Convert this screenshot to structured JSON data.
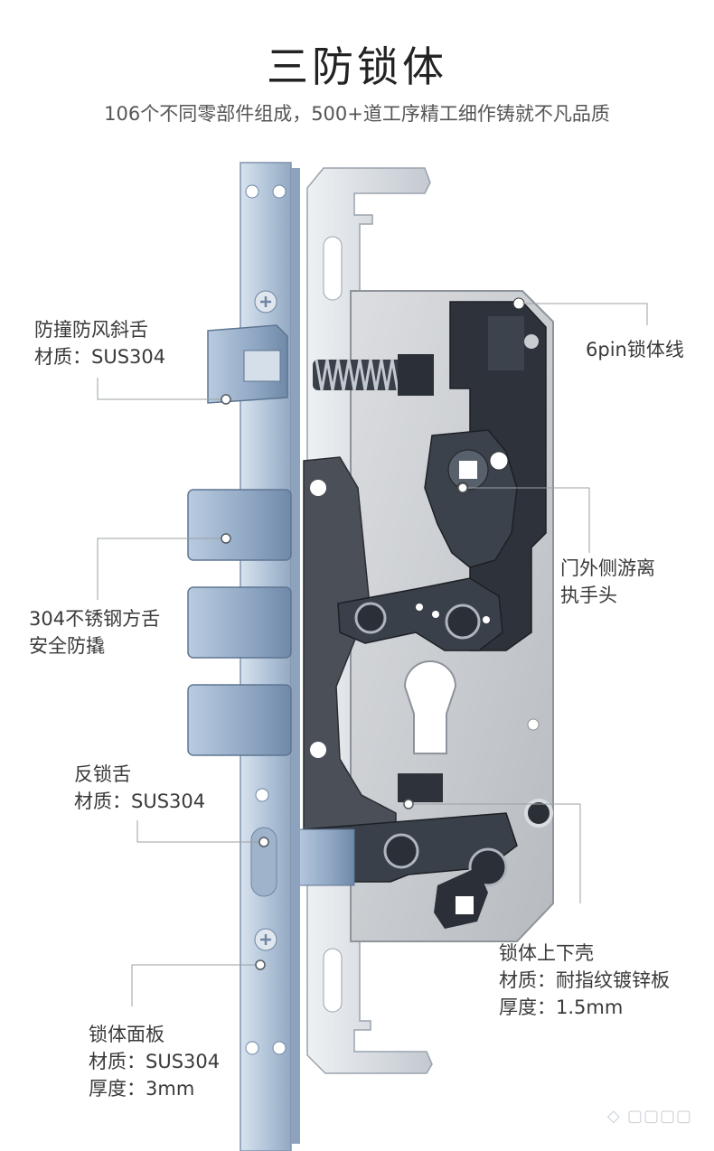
{
  "header": {
    "title": "三防锁体",
    "subtitle": "106个不同零部件组成，500+道工序精工细作铸就不凡品质"
  },
  "callouts": {
    "anti_collision_latch": {
      "name": "防撞防风斜舌",
      "material": "材质：SUS304"
    },
    "pin_wire": {
      "name": "6pin锁体线"
    },
    "outer_handle": {
      "line1": "门外侧游离",
      "line2": "执手头"
    },
    "square_bolt": {
      "line1": "304不锈钢方舌",
      "line2": "安全防撬"
    },
    "reverse_latch": {
      "name": "反锁舌",
      "material": "材质：SUS304"
    },
    "shell": {
      "name": "锁体上下壳",
      "material": "材质：耐指纹镀锌板",
      "thickness": "厚度：1.5mm"
    },
    "faceplate": {
      "name": "锁体面板",
      "material": "材质：SUS304",
      "thickness": "厚度：3mm"
    }
  },
  "colors": {
    "background": "#ffffff",
    "faceplate": "#b8c9dd",
    "shell": "#c9ccd0",
    "mechanism_dark": "#2e3440",
    "leader_line": "#9aa0a6"
  }
}
